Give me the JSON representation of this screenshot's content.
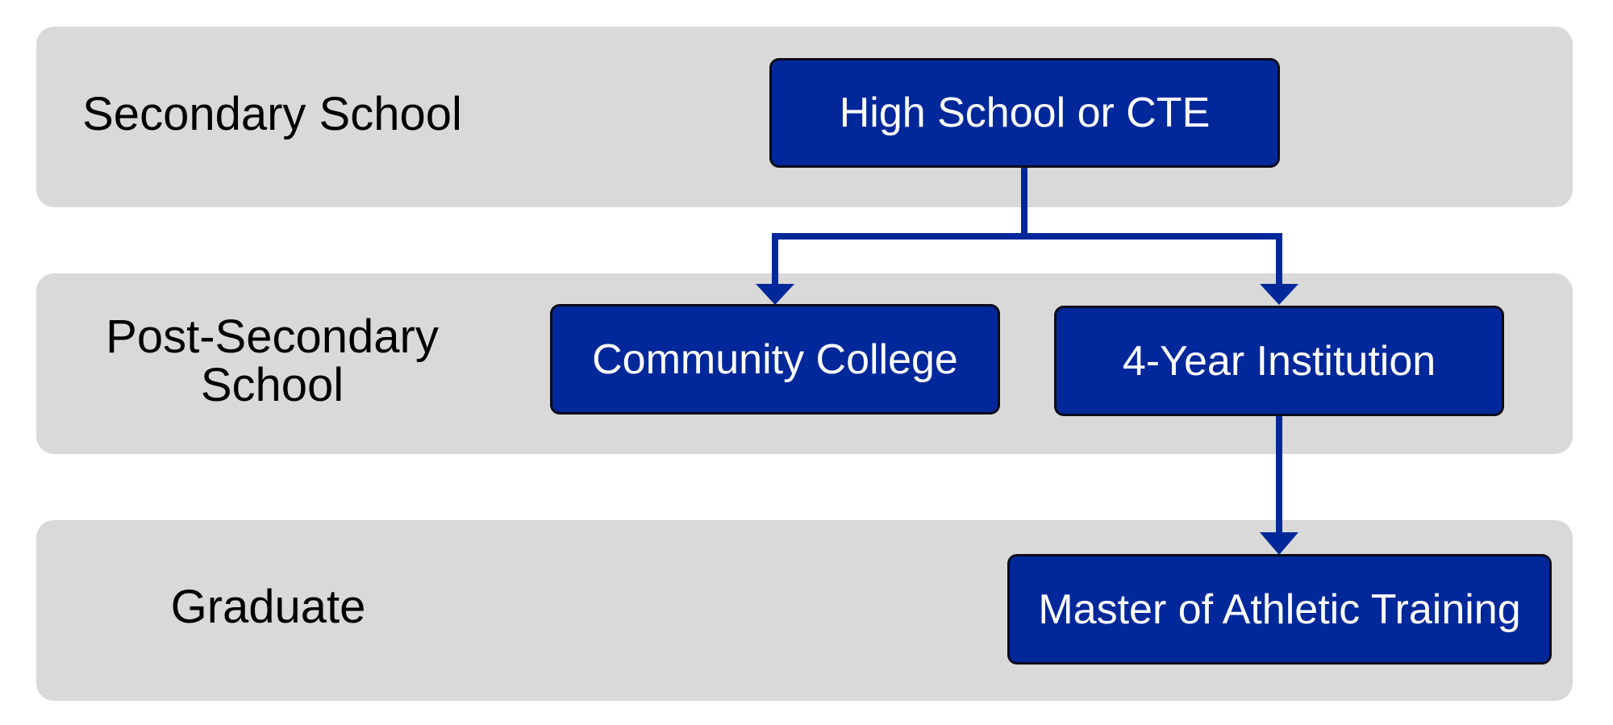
{
  "levels": {
    "secondary": {
      "label": "Secondary School"
    },
    "post_secondary": {
      "label": "Post-Secondary\nSchool"
    },
    "graduate": {
      "label": "Graduate"
    }
  },
  "nodes": {
    "high_school": {
      "label": "High School or CTE"
    },
    "community_college": {
      "label": "Community College"
    },
    "four_year": {
      "label": "4-Year Institution"
    },
    "master_at": {
      "label": "Master of Athletic Training"
    }
  },
  "edges": [
    {
      "from": "High School or CTE",
      "to": "Community College"
    },
    {
      "from": "High School or CTE",
      "to": "4-Year Institution"
    },
    {
      "from": "4-Year Institution",
      "to": "Master of Athletic Training"
    }
  ],
  "colors": {
    "band": "#d9d9d9",
    "node_fill": "#00289a",
    "node_text": "#ffffff",
    "connector": "#00289a",
    "label_text": "#000000"
  }
}
